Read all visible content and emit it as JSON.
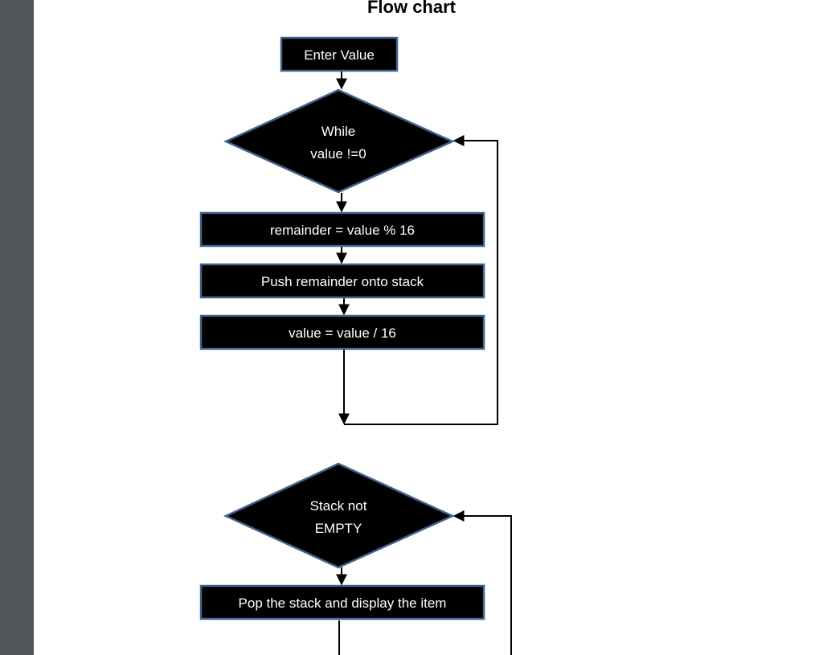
{
  "page": {
    "title": "Flow chart"
  },
  "colors": {
    "node_fill": "#000000",
    "node_border": "#41628f",
    "node_text": "#ffffff",
    "gutter": "#52575b",
    "connector": "#000000"
  },
  "flowchart": {
    "nodes": {
      "enter_value": {
        "label": "Enter Value",
        "shape": "process"
      },
      "while_check": {
        "lines": [
          "While",
          "value !=0"
        ],
        "shape": "decision"
      },
      "remainder": {
        "label": "remainder = value % 16",
        "shape": "process"
      },
      "push": {
        "label": "Push remainder onto stack",
        "shape": "process"
      },
      "divide": {
        "label": "value = value / 16",
        "shape": "process"
      },
      "stack_check": {
        "lines": [
          "Stack not",
          "EMPTY"
        ],
        "shape": "decision"
      },
      "pop": {
        "label": "Pop the stack and display the item",
        "shape": "process"
      }
    },
    "edges": [
      {
        "from": "enter_value",
        "to": "while_check"
      },
      {
        "from": "while_check",
        "to": "remainder"
      },
      {
        "from": "remainder",
        "to": "push"
      },
      {
        "from": "push",
        "to": "divide"
      },
      {
        "from": "divide",
        "to": "while_check",
        "kind": "loop-back"
      },
      {
        "from": "stack_check",
        "to": "pop"
      },
      {
        "from": "pop",
        "to": "stack_check",
        "kind": "loop-back"
      }
    ]
  }
}
